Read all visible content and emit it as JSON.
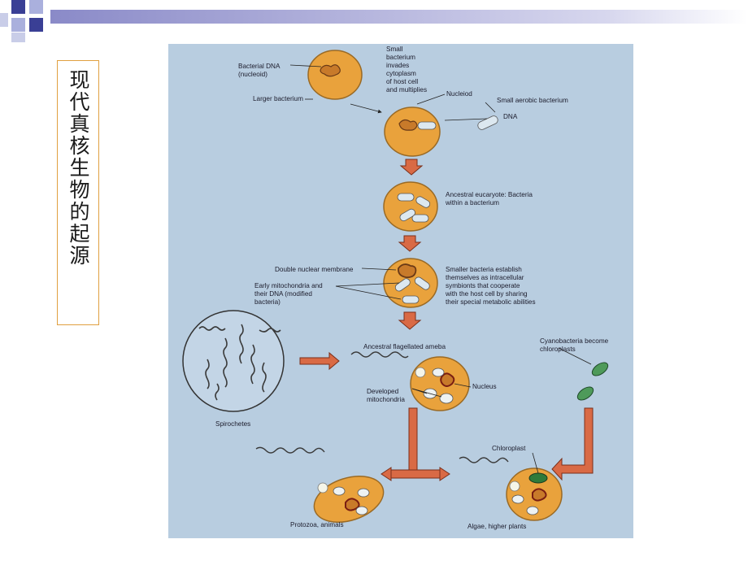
{
  "slide": {
    "title": "现代真核生物的起源",
    "accent_colors": {
      "top_bar": "#8a8ac8",
      "squares": "#3a3f95",
      "title_border": "#e0a040"
    }
  },
  "figure": {
    "background": "#b8cde0",
    "cell_fill": "#e9a23c",
    "labels": {
      "bacterial_dna_1": "Bacterial DNA",
      "bacterial_dna_2": "(nucleoid)",
      "larger_bacterium": "Larger bacterium",
      "small_bact_1": "Small",
      "small_bact_2": "bacterium",
      "small_bact_3": "invades",
      "small_bact_4": "cytoplasm",
      "small_bact_5": "of host cell",
      "small_bact_6": "and multiplies",
      "nucleoid": "Nucleiod",
      "small_aerobic": "Small aerobic bacterium",
      "dna": "DNA",
      "ancestral_euk_1": "Ancestral eucaryote: Bacteria",
      "ancestral_euk_2": "within a bacterium",
      "double_membrane": "Double nuclear membrane",
      "early_mito_1": "Early mitochondria and",
      "early_mito_2": "their DNA (modified",
      "early_mito_3": "bacteria)",
      "smaller_bact_1": "Smaller bacteria establish",
      "smaller_bact_2": "themselves as intracellular",
      "smaller_bact_3": "symbionts that cooperate",
      "smaller_bact_4": "with the host cell by sharing",
      "smaller_bact_5": "their special metabolic abilities",
      "ameba": "Ancestral flagellated ameba",
      "cyano_1": "Cyanobacteria become",
      "cyano_2": "chloroplasts",
      "developed_1": "Developed",
      "developed_2": "mitochondria",
      "nucleus": "Nucleus",
      "spirochetes": "Spirochetes",
      "chloroplast": "Chloroplast",
      "protozoa": "Protozoa, animals",
      "algae": "Algae, higher plants"
    }
  }
}
